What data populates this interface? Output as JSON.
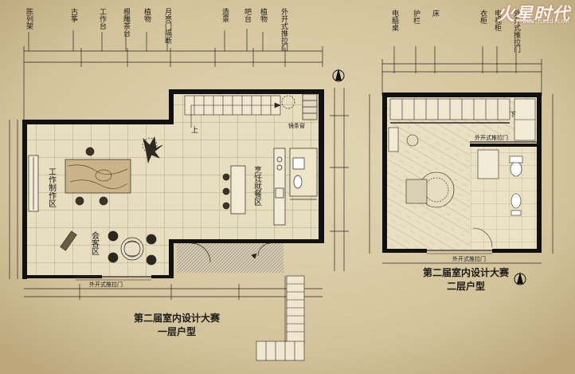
{
  "watermark": {
    "brand": "火星时代",
    "url": "www.hxsd.com"
  },
  "plan_first_floor": {
    "top_labels": [
      "陈列架",
      "古筝",
      "工作台",
      "根雕茶台",
      "植物",
      "月亮门隔断",
      "造景",
      "吧台",
      "植物",
      "外开式推拉门"
    ],
    "zones": [
      "工作制作区",
      "会客区",
      "烹饪就餐区"
    ],
    "up_mark": "上",
    "mirror_label": "镜条窗",
    "bottom_door_label": "外开式推拉门",
    "title_line1": "第二届室内设计大赛",
    "title_line2": "一层户型"
  },
  "plan_second_floor": {
    "top_labels": [
      "电脑桌",
      "护栏",
      "床",
      "衣柜",
      "电视柜",
      "外开式推拉门"
    ],
    "inner_door_label": "外开式推拉门",
    "down_mark": "下",
    "bottom_door_label": "外开式推拉门",
    "title_line1": "第二届室内设计大赛",
    "title_line2": "二层户型"
  },
  "colors": {
    "paper": "#d7c9a3",
    "ink": "#1c1a16",
    "wall": "#111111",
    "floor_tile": "#e6dcbc",
    "wood": "#b8a37a"
  }
}
